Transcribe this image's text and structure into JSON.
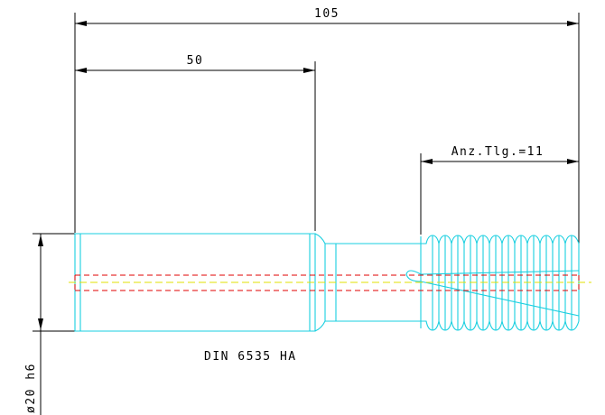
{
  "drawing": {
    "dim_total": "105",
    "dim_shank": "50",
    "dim_teeth": "Anz.Tlg.=11",
    "dim_diameter": "ø20 h6",
    "designation": "DIN 6535 HA"
  },
  "colors": {
    "background": "#ffffff",
    "outline": "#19cfe0",
    "dimension": "#000000",
    "center_axis": "#e0e000",
    "bore_lines": "#e00000"
  }
}
